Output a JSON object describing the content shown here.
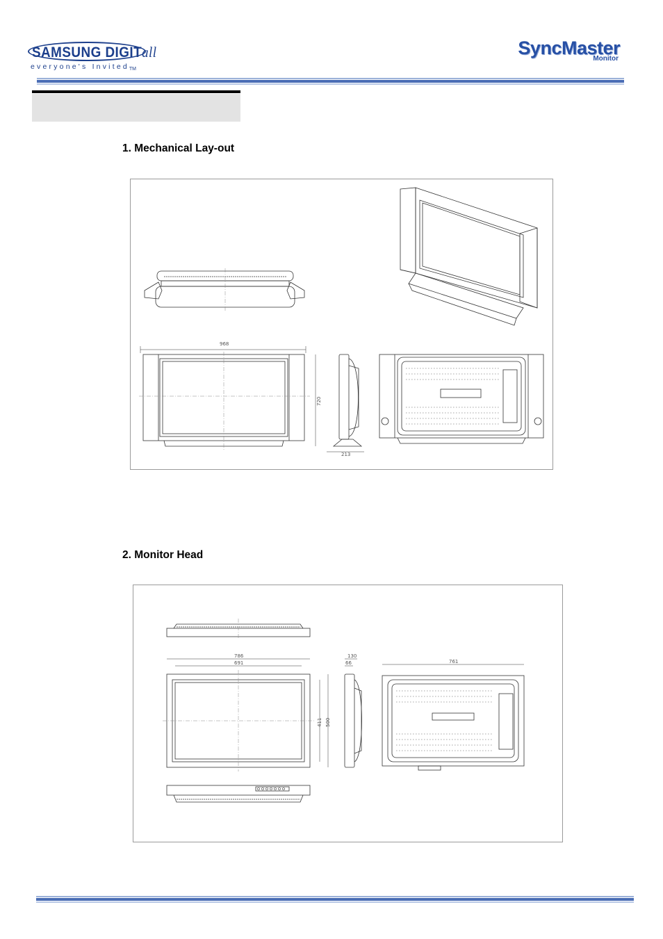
{
  "header": {
    "brand_word": "SAMSUNG DIGIT",
    "brand_suffix": "all",
    "tagline": "everyone's Invited",
    "tagline_tm": "TM",
    "product_logo": "SyncMaster",
    "product_sub": "Monitor",
    "brand_color": "#1c3f8c",
    "rule_color": "#4a6db5"
  },
  "sections": [
    {
      "heading": "1. Mechanical Lay-out",
      "dimensions": {
        "width": "968",
        "height": "720",
        "depth": "213"
      }
    },
    {
      "heading": "2. Monitor Head",
      "dimensions": {
        "outer_width": "786",
        "screen_width": "691",
        "depth_total": "130",
        "depth_body": "66",
        "screen_height": "411",
        "outer_height": "500",
        "rear_width": "761"
      }
    }
  ]
}
